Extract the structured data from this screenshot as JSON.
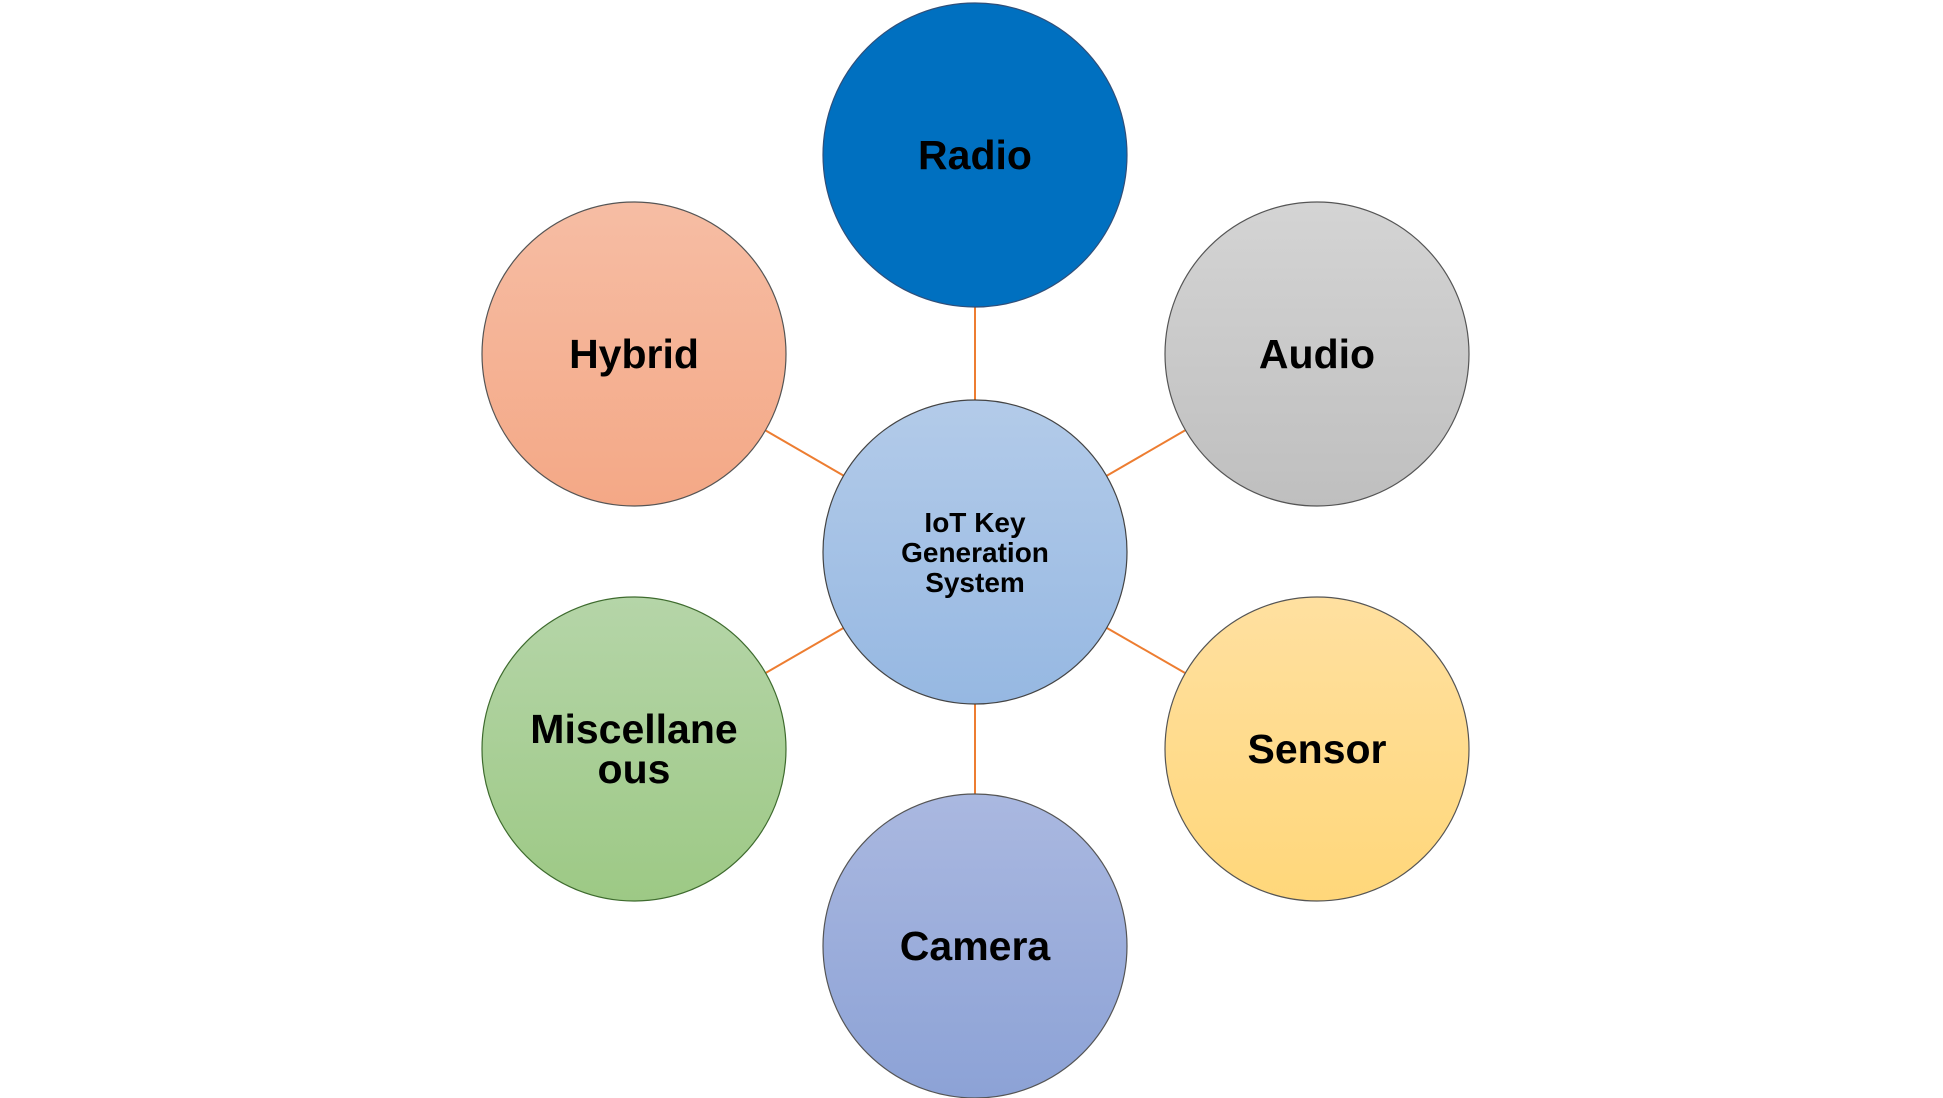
{
  "diagram": {
    "connector_color": "#ed7d31",
    "center": {
      "label_lines": [
        "IoT Key",
        "Generation",
        "System"
      ],
      "fill_top": "#b3cbe9",
      "fill_bottom": "#96b8e2",
      "stroke": "#444444"
    },
    "nodes": [
      {
        "id": "radio",
        "label_lines": [
          "Radio"
        ],
        "fill_top": "#0070c0",
        "fill_bottom": "#0070c0",
        "stroke": "#2f4f7a"
      },
      {
        "id": "audio",
        "label_lines": [
          "Audio"
        ],
        "fill_top": "#d4d4d4",
        "fill_bottom": "#bfbfbf",
        "stroke": "#555555"
      },
      {
        "id": "sensor",
        "label_lines": [
          "Sensor"
        ],
        "fill_top": "#ffe0a0",
        "fill_bottom": "#ffd77a",
        "stroke": "#555555"
      },
      {
        "id": "camera",
        "label_lines": [
          "Camera"
        ],
        "fill_top": "#aab8e0",
        "fill_bottom": "#8ca2d6",
        "stroke": "#555555"
      },
      {
        "id": "miscellaneous",
        "label_lines": [
          "Miscellane",
          "ous"
        ],
        "fill_top": "#b5d5a8",
        "fill_bottom": "#9dc985",
        "stroke": "#3e6b2e"
      },
      {
        "id": "hybrid",
        "label_lines": [
          "Hybrid"
        ],
        "fill_top": "#f6bda4",
        "fill_bottom": "#f4a886",
        "stroke": "#555555"
      }
    ]
  }
}
